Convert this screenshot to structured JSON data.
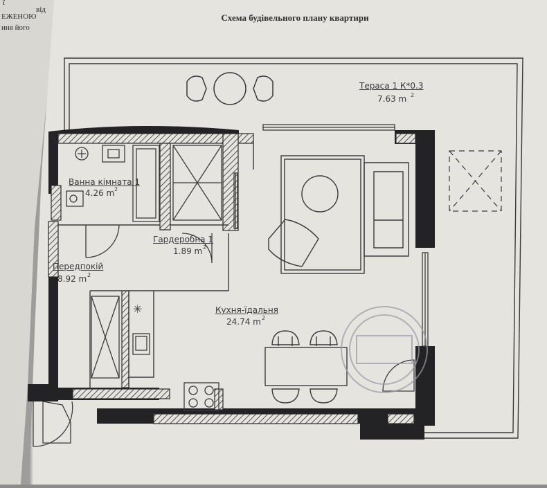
{
  "document": {
    "title": "Схема будівельного плану квартири"
  },
  "rooms": {
    "terrace": {
      "name": "Тераса 1 К*0.3",
      "area": "7.63 m",
      "unit_sup": "2"
    },
    "bathroom": {
      "name": "Ванна кімната 1",
      "area": "4.26 m",
      "unit_sup": "2"
    },
    "wardrobe": {
      "name": "Гардеробна 1",
      "area": "1.89 m",
      "unit_sup": "2"
    },
    "hallway": {
      "name": "Передпокій",
      "area": "8.92 m",
      "unit_sup": "2"
    },
    "kitchen": {
      "name": "Кухня-їдальня",
      "area": "24.74 m",
      "unit_sup": "2"
    }
  },
  "edge_text": {
    "line1": "ї",
    "line1b": "від",
    "line2": "ЕЖЕНОЮ",
    "line3": "ння його"
  },
  "colors": {
    "paper": "#e6e4df",
    "wall": "#232325",
    "ink": "#3a3a3c",
    "stamp": "#9a9aa6"
  }
}
